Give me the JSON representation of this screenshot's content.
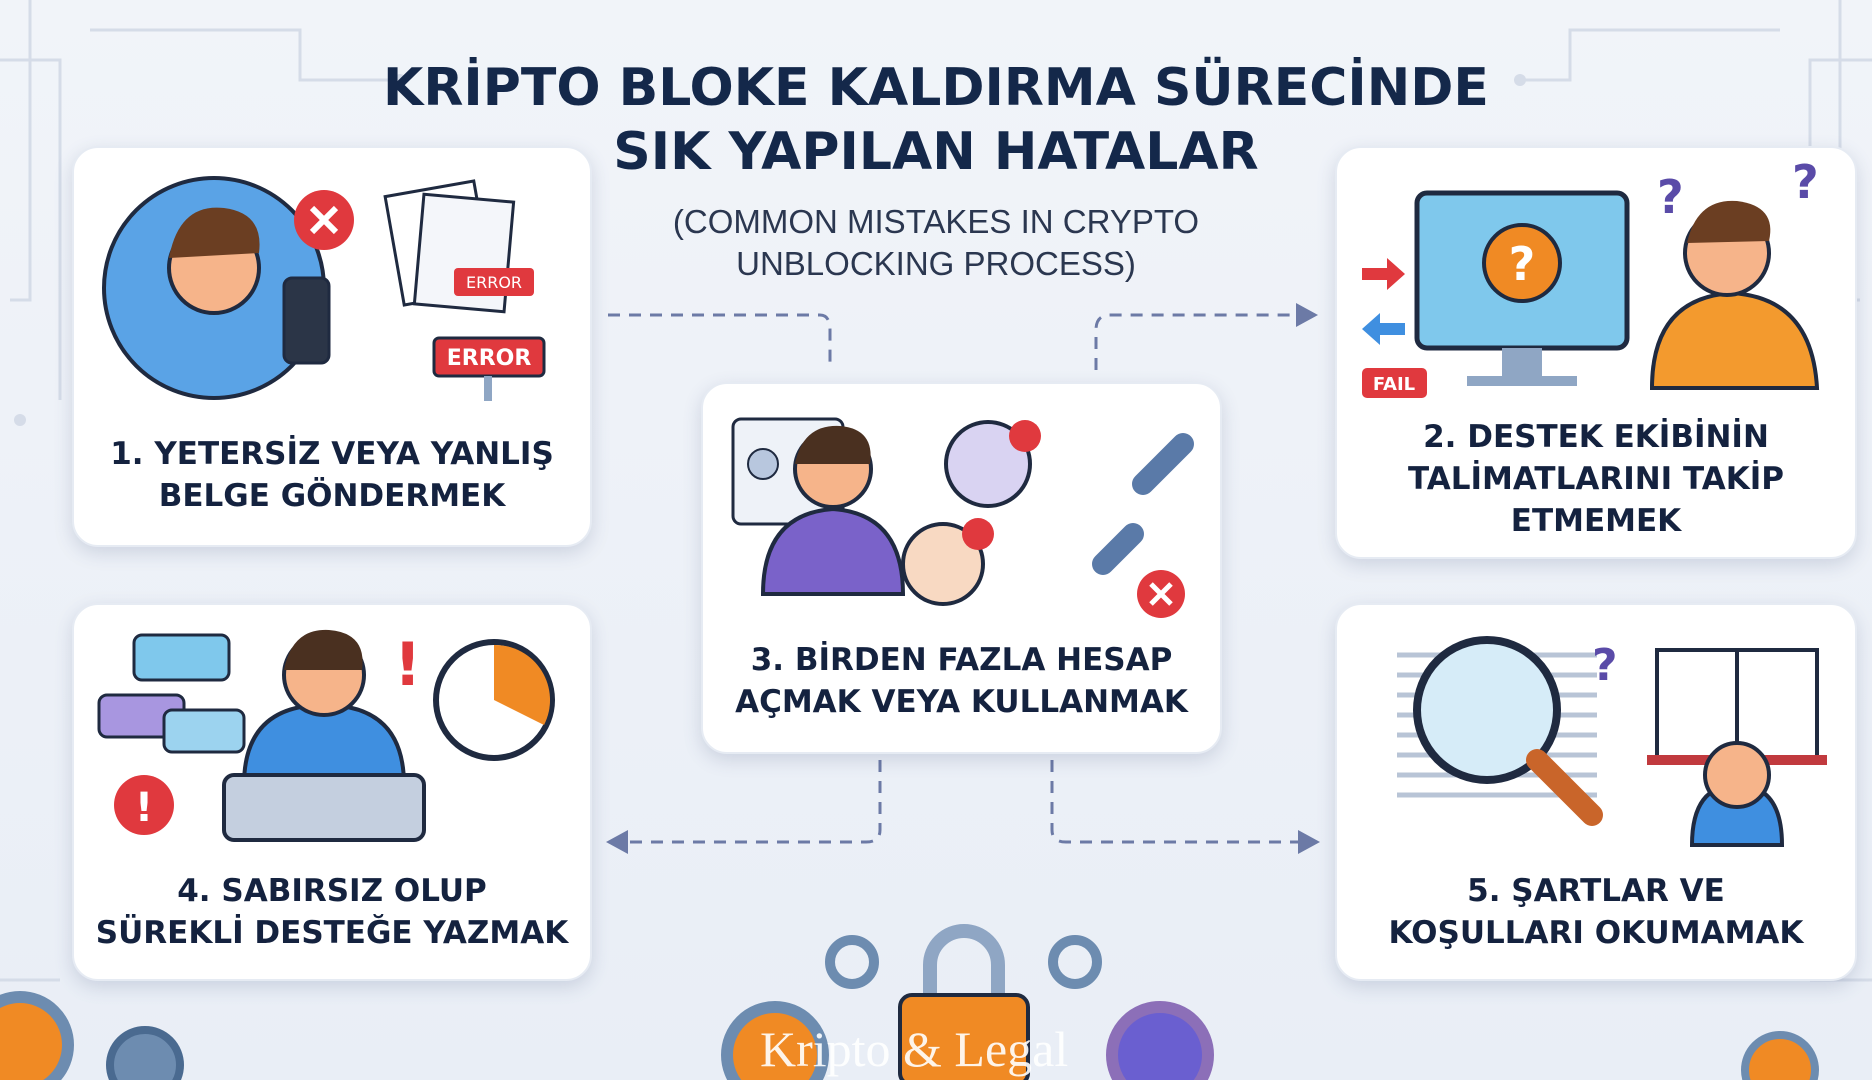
{
  "header": {
    "title_line1": "KRİPTO BLOKE KALDIRMA SÜRECİNDE",
    "title_line2": "SIK YAPILAN HATALAR",
    "subtitle_line1": "(COMMON MISTAKES IN CRYPTO",
    "subtitle_line2": "UNBLOCKING PROCESS)"
  },
  "cards": [
    {
      "line1": "1. YETERSİZ VEYA YANLIŞ",
      "line2": "BELGE GÖNDERMEK",
      "badge": "ERROR",
      "doc_badge": "ERROR"
    },
    {
      "line1": "2. DESTEK EKİBİNİN",
      "line2": "TALİMATLARINI TAKİP",
      "line3": "ETMEMEK",
      "badge": "FAIL"
    },
    {
      "line1": "3. BİRDEN FAZLA HESAP",
      "line2": "AÇMAK VEYA KULLANMAK"
    },
    {
      "line1": "4. SABIRSIZ OLUP",
      "line2": "SÜREKLİ DESTEĞE YAZMAK"
    },
    {
      "line1": "5. ŞARTLAR VE",
      "line2": "KOŞULLARI OKUMAMAK"
    }
  ],
  "watermark": "Kripto & Legal",
  "colors": {
    "title": "#14284a",
    "accent_orange": "#f08a24",
    "error_red": "#e0393e",
    "arrow": "#6c7aa6",
    "purple": "#7a62c9"
  }
}
